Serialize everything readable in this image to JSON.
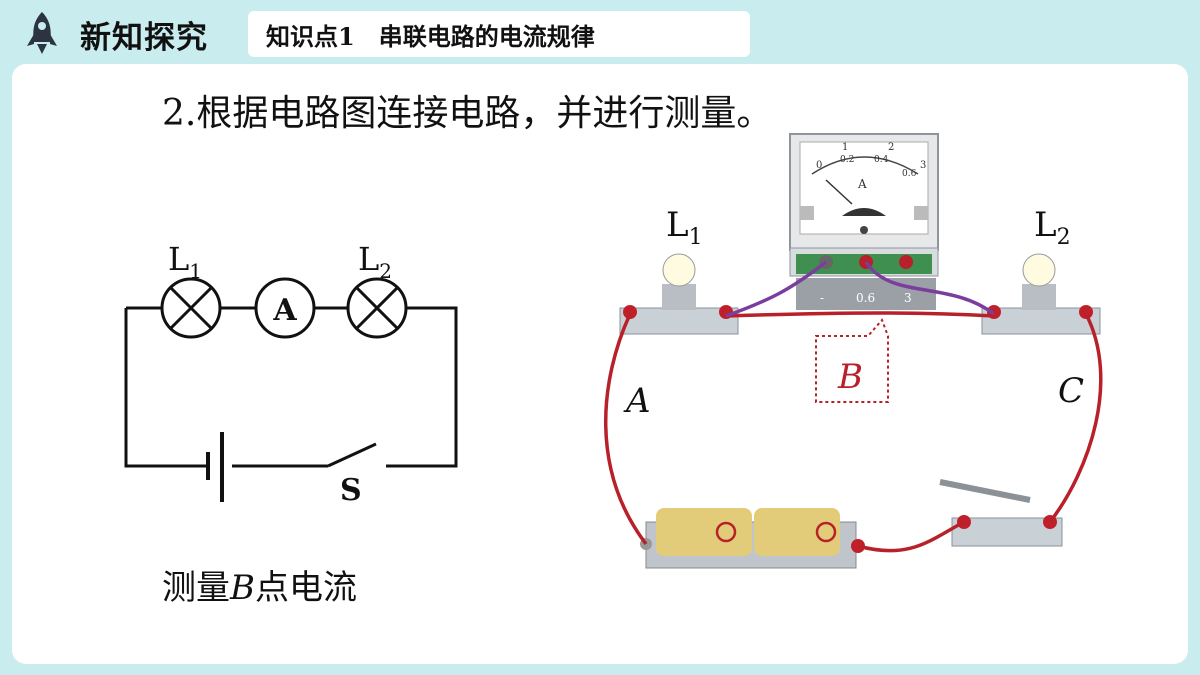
{
  "header": {
    "section_title": "新知探究",
    "topic_label": "知识点1　串联电路的电流规律"
  },
  "instruction": "2.根据电路图连接电路，并进行测量。",
  "schematic": {
    "lamp1": "L",
    "lamp1_sub": "1",
    "lamp2": "L",
    "lamp2_sub": "2",
    "ammeter": "A",
    "switch": "S"
  },
  "caption": {
    "prefix": "测量",
    "point": "B",
    "suffix": "点电流"
  },
  "photo": {
    "lamp1": "L",
    "lamp1_sub": "1",
    "lamp2": "L",
    "lamp2_sub": "2",
    "point_a": "A",
    "point_b": "B",
    "point_c": "C",
    "ammeter_unit": "A",
    "scale_top": [
      "0",
      "1",
      "2",
      "3"
    ],
    "scale_bottom": [
      "0.2",
      "0.4",
      "0.6"
    ],
    "terminals": [
      "-",
      "0.6",
      "3"
    ]
  }
}
